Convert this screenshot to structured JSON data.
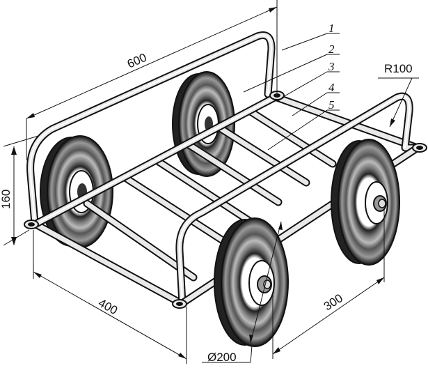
{
  "dimensions": {
    "length": "600",
    "width": "400",
    "height": "160",
    "wheel_base": "300",
    "wheel_diameter": "Ø200",
    "bend_radius": "R100"
  },
  "callouts": [
    "1",
    "2",
    "3",
    "4",
    "5"
  ],
  "colors": {
    "line": "#111111",
    "tube_fill": "#e9e9e9",
    "tire": "#1a1a1a",
    "rim": "#ffffff"
  }
}
